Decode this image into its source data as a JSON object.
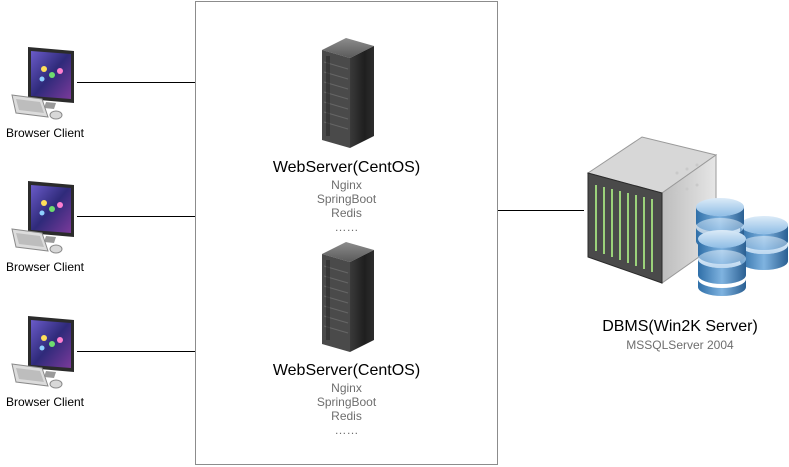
{
  "clients": [
    {
      "label": "Browser Client"
    },
    {
      "label": "Browser Client"
    },
    {
      "label": "Browser Client"
    }
  ],
  "web_servers": [
    {
      "title": "WebServer(CentOS)",
      "lines": [
        "Nginx",
        "SpringBoot",
        "Redis",
        "……"
      ]
    },
    {
      "title": "WebServer(CentOS)",
      "lines": [
        "Nginx",
        "SpringBoot",
        "Redis",
        "……"
      ]
    }
  ],
  "database": {
    "title": "DBMS(Win2K Server)",
    "subtitle": "MSSQLServer 2004"
  },
  "icons": {
    "client": "desktop-computer-icon",
    "web_server": "server-rack-icon",
    "database": "blade-server-with-databases-icon"
  }
}
